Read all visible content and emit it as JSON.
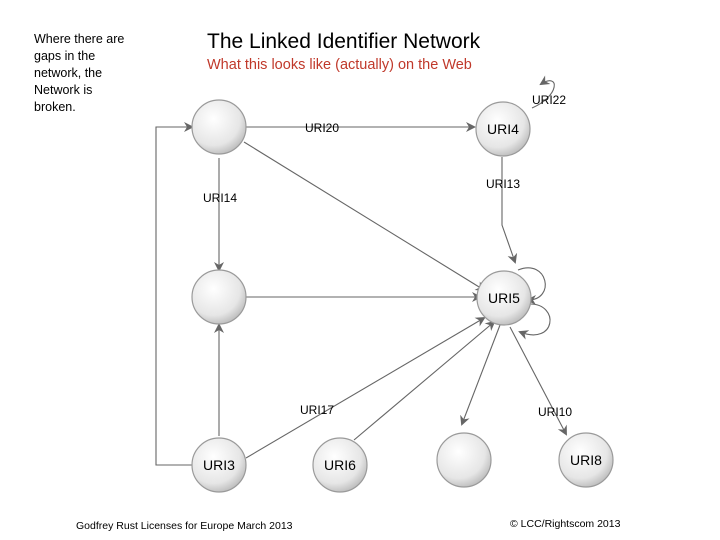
{
  "slide": {
    "title": "The Linked Identifier Network",
    "subtitle": "What this looks like (actually) on the Web",
    "note_lines": [
      "Where there are",
      "gaps in the",
      "network, the",
      "Network is",
      "broken."
    ],
    "footer_left": "Godfrey Rust Licenses for Europe March 2013",
    "footer_right": "© LCC/Rightscom 2013"
  },
  "colors": {
    "title": "#000000",
    "subtitle": "#c0392b",
    "node_fill": "#eeeeee",
    "node_stroke": "#9a9a9a",
    "edge": "#666666"
  },
  "nodes": {
    "n_top_left": "",
    "n_uri4": "URI4",
    "n_mid_left": "",
    "n_uri5": "URI5",
    "n_uri3": "URI3",
    "n_uri6": "URI6",
    "n_bottom_mid": "",
    "n_uri8": "URI8"
  },
  "edge_labels": {
    "uri20": "URI20",
    "uri22": "URI22",
    "uri13": "URI13",
    "uri14": "URI14",
    "uri17": "URI17",
    "uri10": "URI10"
  }
}
